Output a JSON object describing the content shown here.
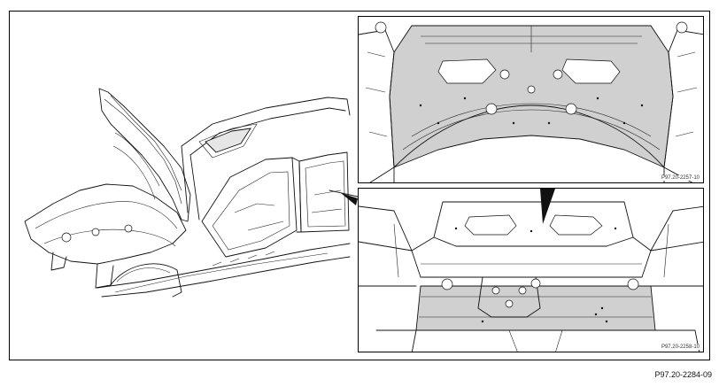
{
  "figure": {
    "code": "P97.20-2284-09",
    "highlight_color": "#d0d0d0",
    "line_color": "#111111",
    "background": "#ffffff"
  },
  "insets": {
    "top": {
      "code": "P97.20-2257-10"
    },
    "bottom": {
      "code": "P97.20-2258-10"
    }
  }
}
